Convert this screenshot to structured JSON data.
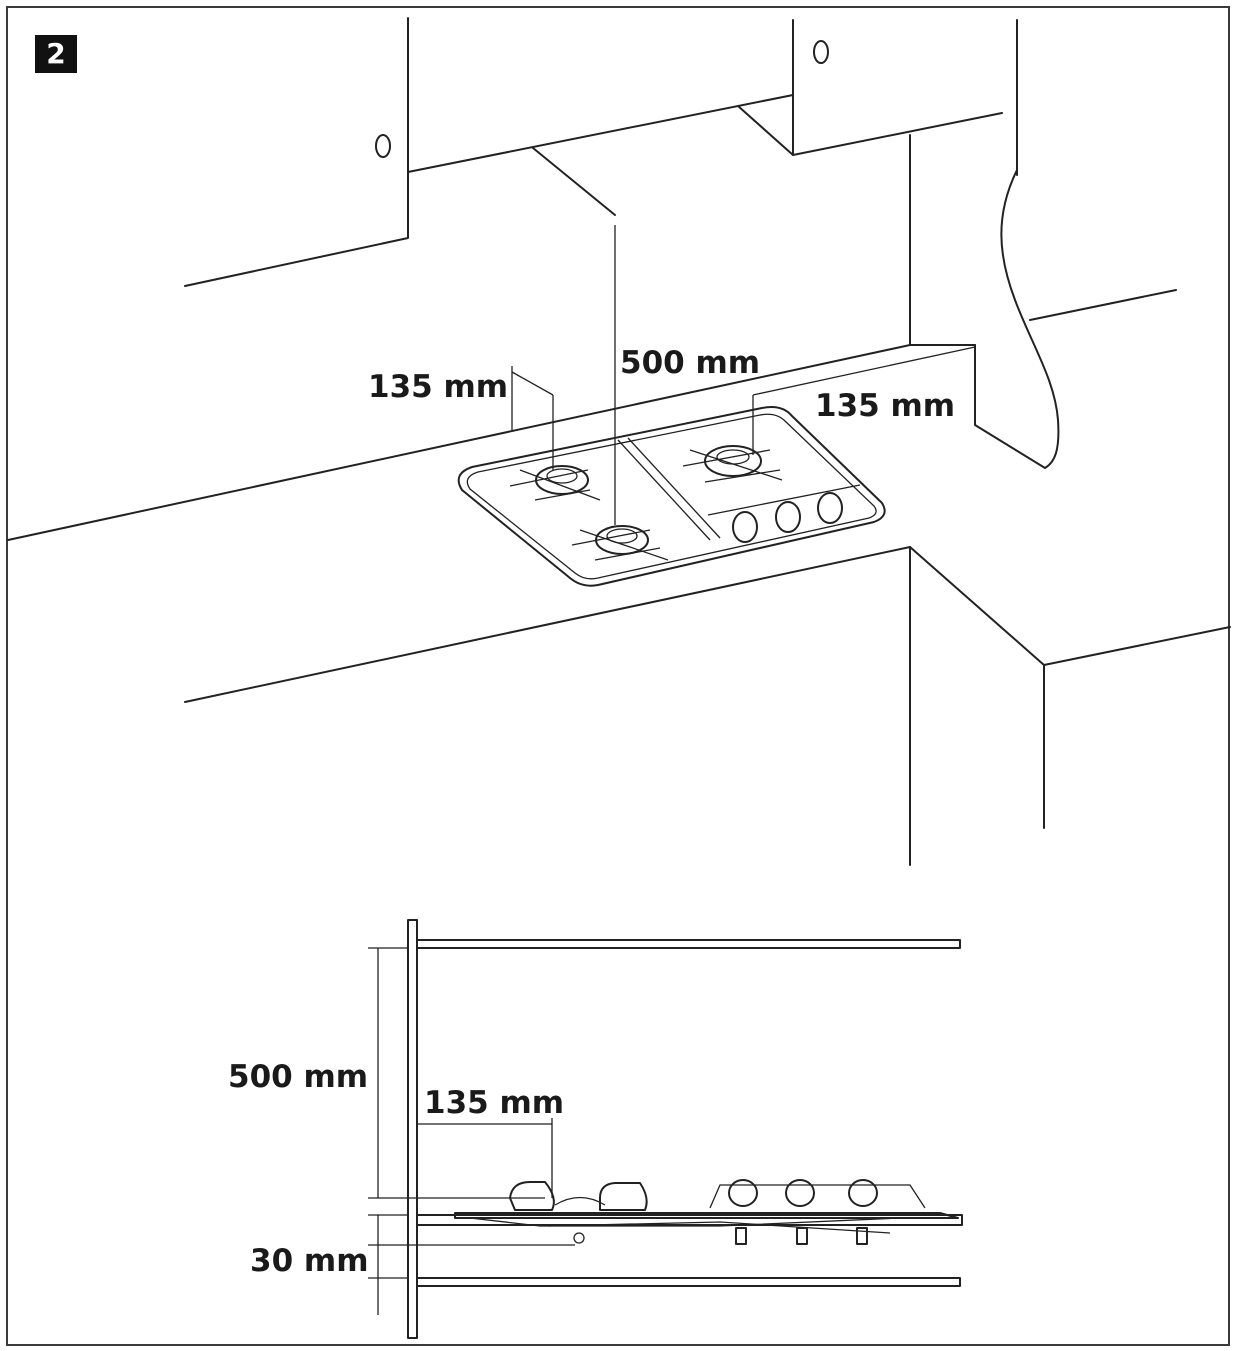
{
  "figure": {
    "step_number": "2",
    "perspective_view": {
      "label_top_left_clearance": "135 mm",
      "label_vertical_clearance": "500 mm",
      "label_right_clearance": "135 mm"
    },
    "side_view": {
      "label_vertical_clearance": "500 mm",
      "label_side_clearance": "135 mm",
      "label_worktop_depth": "30 mm"
    }
  }
}
